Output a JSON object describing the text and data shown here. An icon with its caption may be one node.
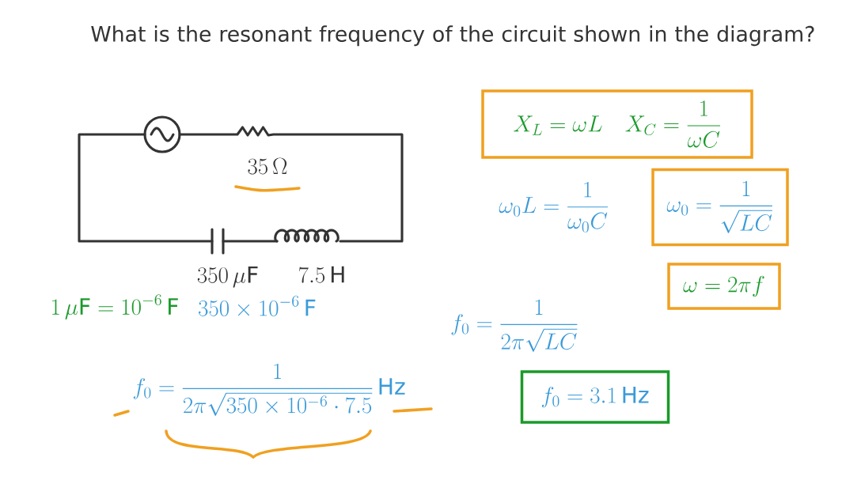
{
  "diagram": {
    "title": "What is the resonant frequency of the circuit shown in the diagram?",
    "nodes": [
      {
        "text": [
          "X_L=\\omega L",
          "X_C=\\frac{1}{\\omega C}"
        ]
      },
      {
        "text": [
          "\\omega_0=\\frac{1}{\\sqrt{LC}}"
        ]
      },
      {
        "text": [
          "\\omega=2\\pi f"
        ]
      },
      {
        "text": [
          "f_0=3.1\\,\\mathrm{Hz}"
        ]
      }
    ],
    "labels": [
      "35\\,\\Omega",
      "350\\,\\mu\\mathrm{F}",
      "7.5\\,\\mathrm{H}",
      "1\\,\\mu\\mathrm{F}=10^{-6}\\,\\mathrm{F}",
      "350\\times10^{-6}\\,\\mathrm{F}",
      "\\omega_0 L=\\frac{1}{\\omega_0 C}",
      "f_0=\\frac{1}{2\\pi\\sqrt{LC}}",
      "f_0=\\frac{1}{2\\pi\\sqrt{350\\times10^{-6}\\cdot 7.5}}\\,\\mathrm{Hz}"
    ]
  }
}
